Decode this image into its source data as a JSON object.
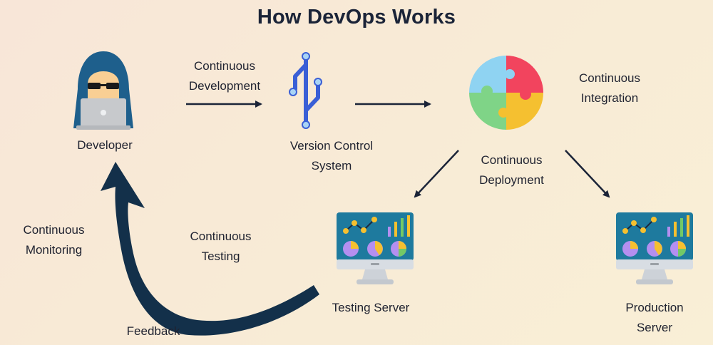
{
  "title": "How DevOps Works",
  "colors": {
    "background_start": "#f8e6d8",
    "background_end": "#f9efd6",
    "arrow": "#1b2438",
    "feedback_arrow": "#13304a",
    "hood": "#1e5f8c",
    "skin": "#f9cf94",
    "laptop": "#c7c9cc",
    "vcs_blue": "#3a5fd6",
    "vcs_node": "#a9d4f5",
    "puzzle_blue": "#8fd3f2",
    "puzzle_red": "#f2445e",
    "puzzle_green": "#7fd487",
    "puzzle_yellow": "#f5c030",
    "monitor_screen": "#1e7a9e",
    "monitor_frame": "#d8dde3",
    "chart_purple": "#b48ff0",
    "chart_yellow": "#f5c030",
    "chart_green": "#73c966"
  },
  "nodes": {
    "developer": {
      "label": "Developer",
      "icon": "hooded-developer-laptop-icon"
    },
    "vcs": {
      "label_line1": "Version Control",
      "label_line2": "System",
      "icon": "git-branch-icon"
    },
    "ci": {
      "icon": "puzzle-circle-icon"
    },
    "testing_server": {
      "label": "Testing Server",
      "icon": "monitor-dashboard-icon"
    },
    "production_server": {
      "label_line1": "Production",
      "label_line2": "Server",
      "icon": "monitor-dashboard-icon"
    }
  },
  "stages": {
    "continuous_development": {
      "line1": "Continuous",
      "line2": "Development"
    },
    "continuous_integration": {
      "line1": "Continuous",
      "line2": "Integration"
    },
    "continuous_deployment": {
      "line1": "Continuous",
      "line2": "Deployment"
    },
    "continuous_testing": {
      "line1": "Continuous",
      "line2": "Testing"
    },
    "continuous_monitoring": {
      "line1": "Continuous",
      "line2": "Monitoring"
    },
    "feedback": "Feedback"
  }
}
